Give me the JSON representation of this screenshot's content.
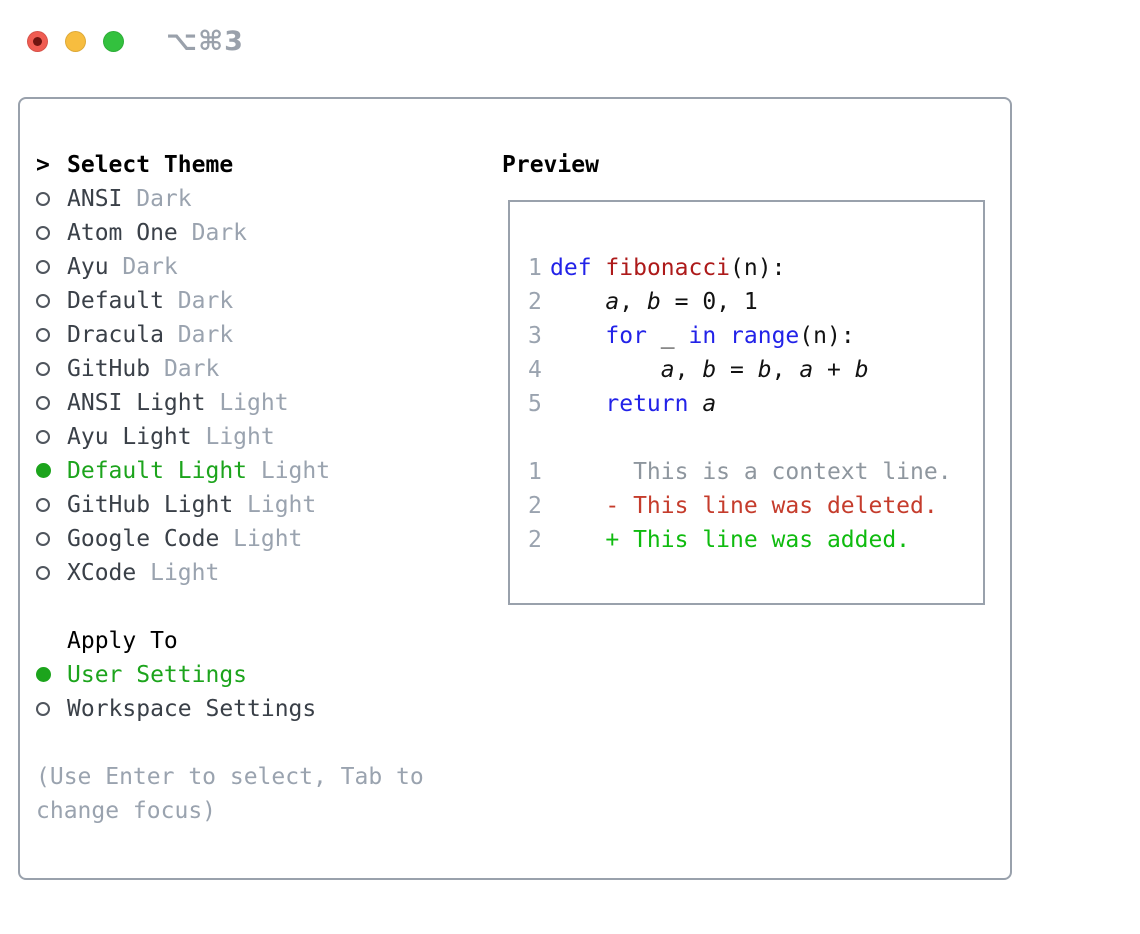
{
  "window": {
    "shortcut": "⌥⌘3"
  },
  "theme_select": {
    "prompt": ">",
    "title": "Select Theme",
    "items": [
      {
        "name": "ANSI",
        "tag": "Dark",
        "selected": false
      },
      {
        "name": "Atom One",
        "tag": "Dark",
        "selected": false
      },
      {
        "name": "Ayu",
        "tag": "Dark",
        "selected": false
      },
      {
        "name": "Default",
        "tag": "Dark",
        "selected": false
      },
      {
        "name": "Dracula",
        "tag": "Dark",
        "selected": false
      },
      {
        "name": "GitHub",
        "tag": "Dark",
        "selected": false
      },
      {
        "name": "ANSI Light",
        "tag": "Light",
        "selected": false
      },
      {
        "name": "Ayu Light",
        "tag": "Light",
        "selected": false
      },
      {
        "name": "Default Light",
        "tag": "Light",
        "selected": true
      },
      {
        "name": "GitHub Light",
        "tag": "Light",
        "selected": false
      },
      {
        "name": "Google Code",
        "tag": "Light",
        "selected": false
      },
      {
        "name": "XCode",
        "tag": "Light",
        "selected": false
      }
    ]
  },
  "apply_to": {
    "title": "Apply To",
    "options": [
      {
        "name": "User Settings",
        "selected": true
      },
      {
        "name": "Workspace Settings",
        "selected": false
      }
    ]
  },
  "help": "(Use Enter to select, Tab to change focus)",
  "preview": {
    "title": "Preview",
    "code_lines": [
      {
        "num": "1",
        "tokens": [
          {
            "t": "def",
            "c": "kw"
          },
          {
            "t": " ",
            "c": "plain"
          },
          {
            "t": "fibonacci",
            "c": "fn"
          },
          {
            "t": "(n):",
            "c": "plain"
          }
        ]
      },
      {
        "num": "2",
        "tokens": [
          {
            "t": "    ",
            "c": "plain"
          },
          {
            "t": "a",
            "c": "var"
          },
          {
            "t": ", ",
            "c": "plain"
          },
          {
            "t": "b",
            "c": "var"
          },
          {
            "t": " = 0, 1",
            "c": "plain"
          }
        ]
      },
      {
        "num": "3",
        "tokens": [
          {
            "t": "    ",
            "c": "plain"
          },
          {
            "t": "for",
            "c": "kw"
          },
          {
            "t": " _ ",
            "c": "plain"
          },
          {
            "t": "in",
            "c": "kw"
          },
          {
            "t": " ",
            "c": "plain"
          },
          {
            "t": "range",
            "c": "kw"
          },
          {
            "t": "(n):",
            "c": "plain"
          }
        ]
      },
      {
        "num": "4",
        "tokens": [
          {
            "t": "        ",
            "c": "plain"
          },
          {
            "t": "a",
            "c": "var"
          },
          {
            "t": ", ",
            "c": "plain"
          },
          {
            "t": "b",
            "c": "var"
          },
          {
            "t": " = ",
            "c": "plain"
          },
          {
            "t": "b",
            "c": "var"
          },
          {
            "t": ", ",
            "c": "plain"
          },
          {
            "t": "a",
            "c": "var"
          },
          {
            "t": " + ",
            "c": "plain"
          },
          {
            "t": "b",
            "c": "var"
          }
        ]
      },
      {
        "num": "5",
        "tokens": [
          {
            "t": "    ",
            "c": "plain"
          },
          {
            "t": "return",
            "c": "kw"
          },
          {
            "t": " ",
            "c": "plain"
          },
          {
            "t": "a",
            "c": "var"
          }
        ]
      }
    ],
    "diff_lines": [
      {
        "num": "1",
        "text": "      This is a context line.",
        "c": "context"
      },
      {
        "num": "2",
        "text": "    - This line was deleted.",
        "c": "deleted"
      },
      {
        "num": "2",
        "text": "    + This line was added.",
        "c": "added"
      }
    ]
  },
  "colors": {
    "border": "#99A1AC",
    "item_text": "#3A4048",
    "muted": "#9AA3AF",
    "shortcut": "#9AA1AB",
    "selected_green": "#1CA41C",
    "added_green": "#0FBB0F",
    "deleted_red": "#C53C2C",
    "keyword_blue": "#2222E8",
    "function_red": "#AD1A1A",
    "code_text": "#121212",
    "context_gray": "#8E969E",
    "radio_outline": "#50565E",
    "traffic_red": "#F05C52",
    "traffic_red_dot": "#701511",
    "traffic_yellow": "#F7BD3F",
    "traffic_green": "#33C13E"
  }
}
